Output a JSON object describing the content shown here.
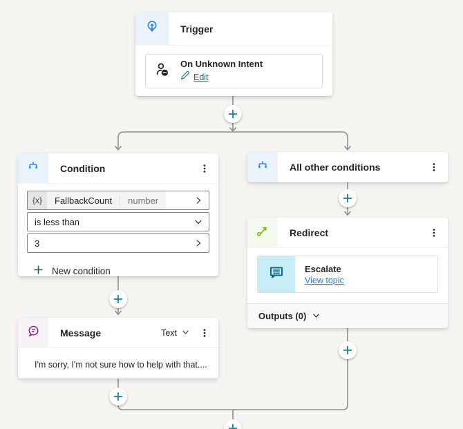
{
  "trigger": {
    "title": "Trigger",
    "item": {
      "title": "On Unknown Intent",
      "edit_label": "Edit"
    }
  },
  "condition": {
    "title": "Condition",
    "variable": {
      "prefix": "{x}",
      "name": "FallbackCount",
      "type": "number"
    },
    "operator": "is less than",
    "value": "3",
    "new_condition_label": "New condition"
  },
  "all_other_conditions": {
    "title": "All other conditions"
  },
  "redirect": {
    "title": "Redirect",
    "item": {
      "title": "Escalate",
      "link_label": "View topic"
    },
    "outputs_label": "Outputs (0)"
  },
  "message": {
    "title": "Message",
    "format_label": "Text",
    "text": "I'm sorry, I'm not sure how to help with that...."
  },
  "colors": {
    "canvas_bg": "#f6f5f2",
    "connector": "#908e8c",
    "trigger_blue": "#2e8ae5",
    "condition_blue": "#2e8ae5",
    "message_purple": "#742774",
    "redirect_green": "#76b900",
    "escalate_teal": "#0d6e8c",
    "escalate_bg": "#c7eef6",
    "edit_link": "#156f8d",
    "view_topic_link": "#2b7cd3",
    "plus_accent": "#1b7e9c"
  }
}
